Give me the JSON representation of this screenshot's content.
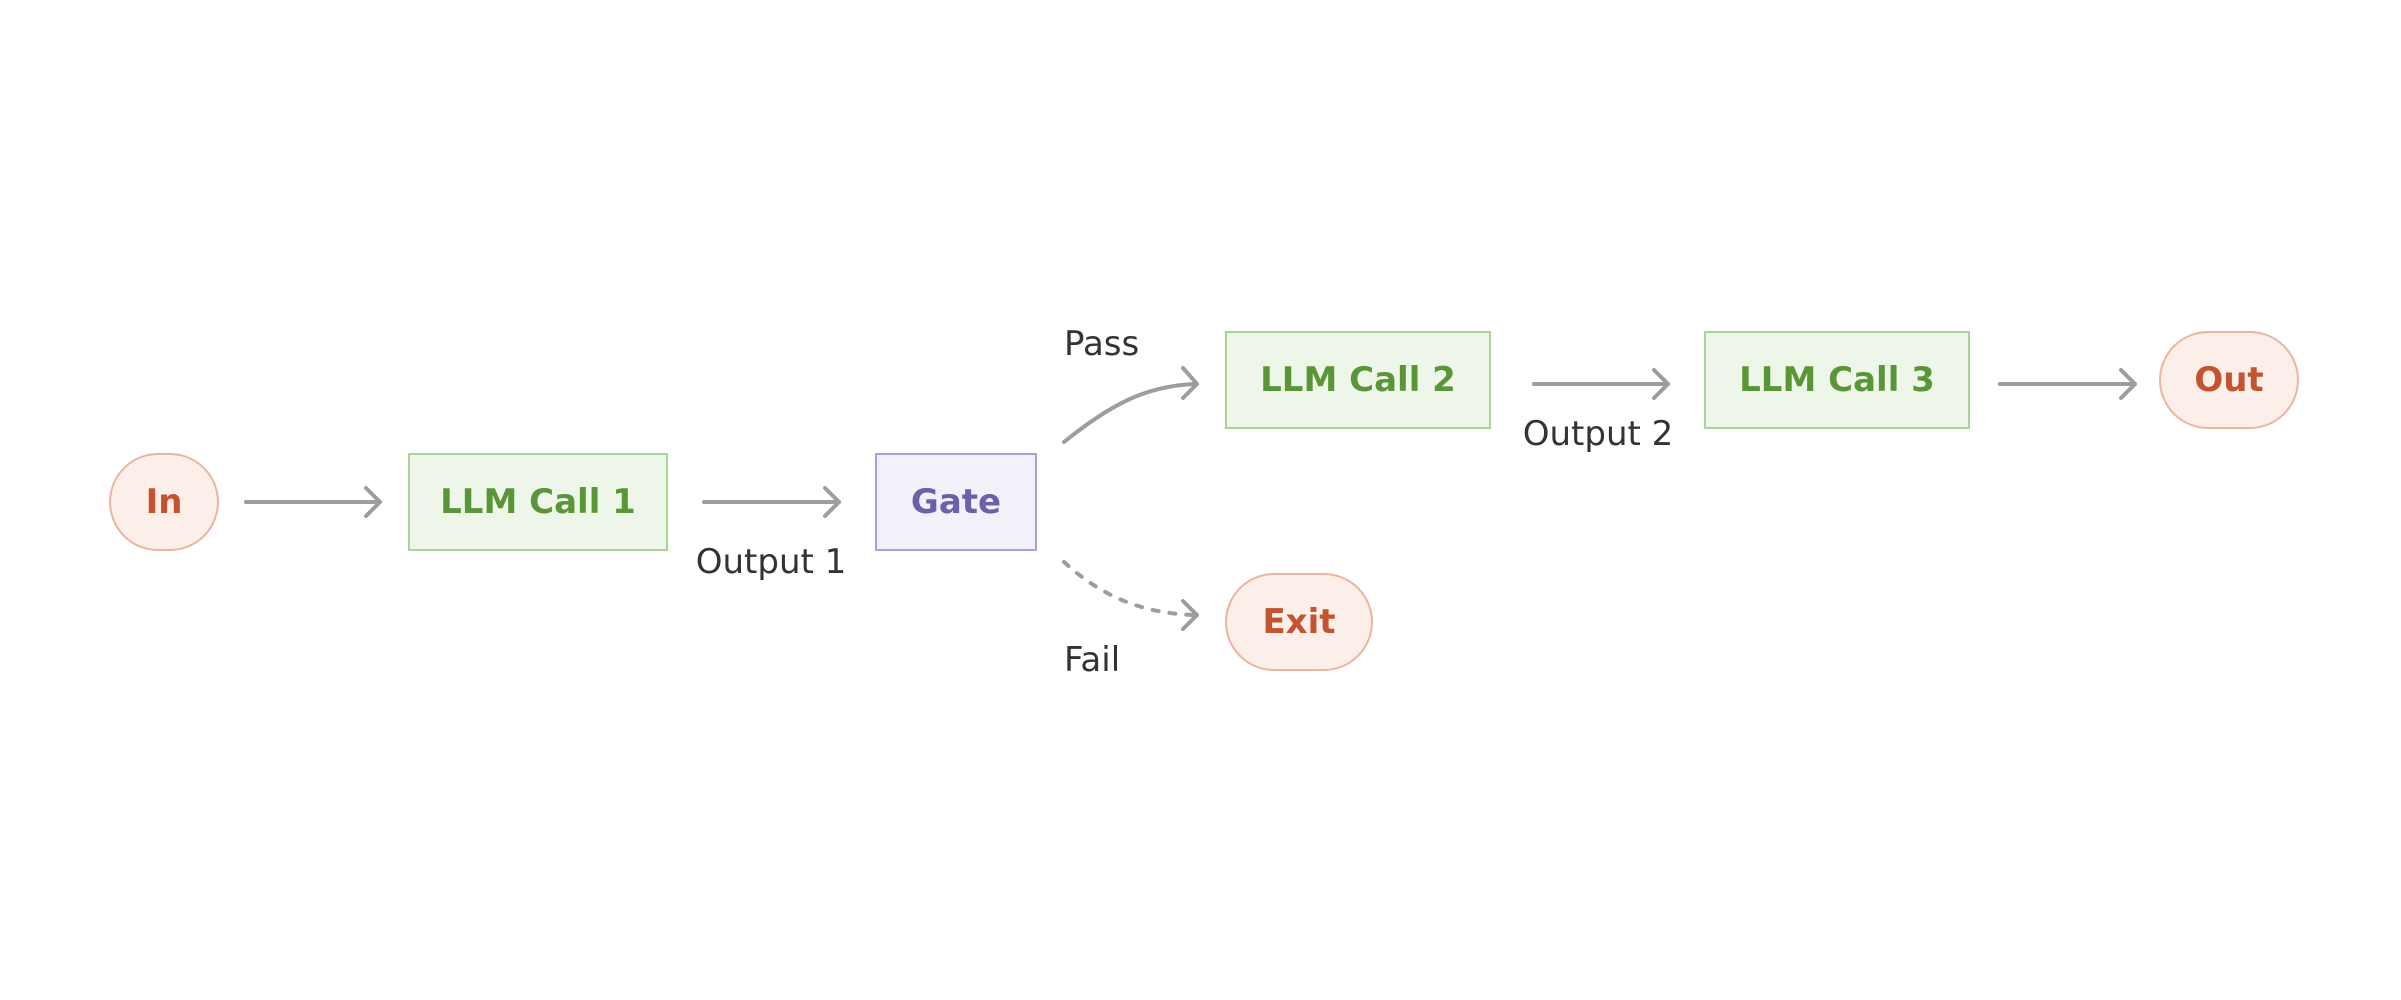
{
  "colors": {
    "terminal_fill": "#fcefea",
    "terminal_stroke": "#eab59f",
    "terminal_text": "#c4532f",
    "llm_fill": "#eef6ea",
    "llm_stroke": "#a8d49b",
    "llm_text": "#5a9637",
    "gate_fill": "#f2f1f9",
    "gate_stroke": "#a4a0dc",
    "gate_text": "#6a61a9",
    "arrow": "#9d9d9a",
    "label_text": "#333333"
  },
  "nodes": {
    "in": "In",
    "llm_call_1": "LLM Call 1",
    "gate": "Gate",
    "llm_call_2": "LLM Call 2",
    "llm_call_3": "LLM Call 3",
    "out": "Out",
    "exit": "Exit"
  },
  "edge_labels": {
    "output_1": "Output 1",
    "pass": "Pass",
    "fail": "Fail",
    "output_2": "Output 2"
  }
}
